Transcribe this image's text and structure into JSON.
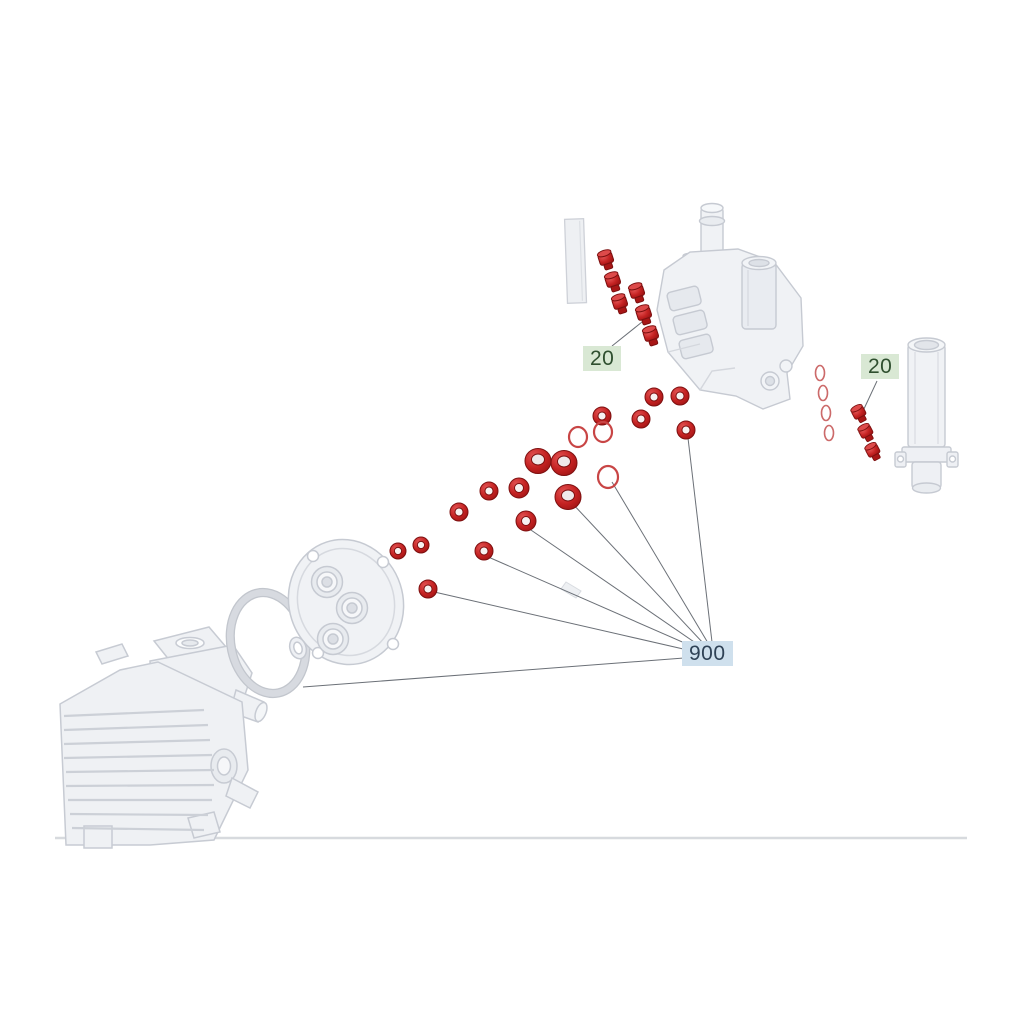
{
  "diagram": {
    "callouts": {
      "top_valve_group": {
        "label": "20"
      },
      "right_valve_group": {
        "label": "20"
      },
      "seal_kit": {
        "label": "900"
      }
    },
    "colors": {
      "background": "#ffffff",
      "highlight_red": "#c22020",
      "highlight_red_dark": "#7d1010",
      "part_gray_fill": "#eff1f4",
      "part_gray_stroke": "#c7cbd3",
      "leader_line": "#6b7077",
      "baseline_gray": "#d7dade",
      "callout_green_bg": "#d9e8d4",
      "callout_green_fg": "#2f4f2f",
      "callout_blue_bg": "#cfe0ed",
      "callout_blue_fg": "#2f4256"
    }
  }
}
